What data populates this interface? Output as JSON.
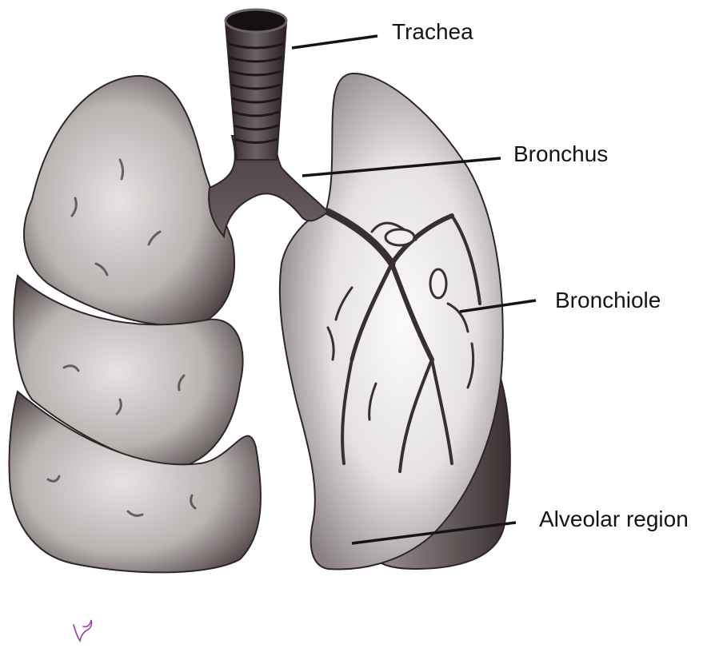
{
  "labels": {
    "trachea": "Trachea",
    "bronchus": "Bronchus",
    "bronchiole": "Bronchiole",
    "alveolar_region": "Alveolar region"
  },
  "colors": {
    "tissue_dark": "#3a2f30",
    "tissue_mid": "#8c8384",
    "tissue_light": "#d9d6d5",
    "tissue_highlight": "#f4f3f2",
    "leader_line": "#141414"
  }
}
